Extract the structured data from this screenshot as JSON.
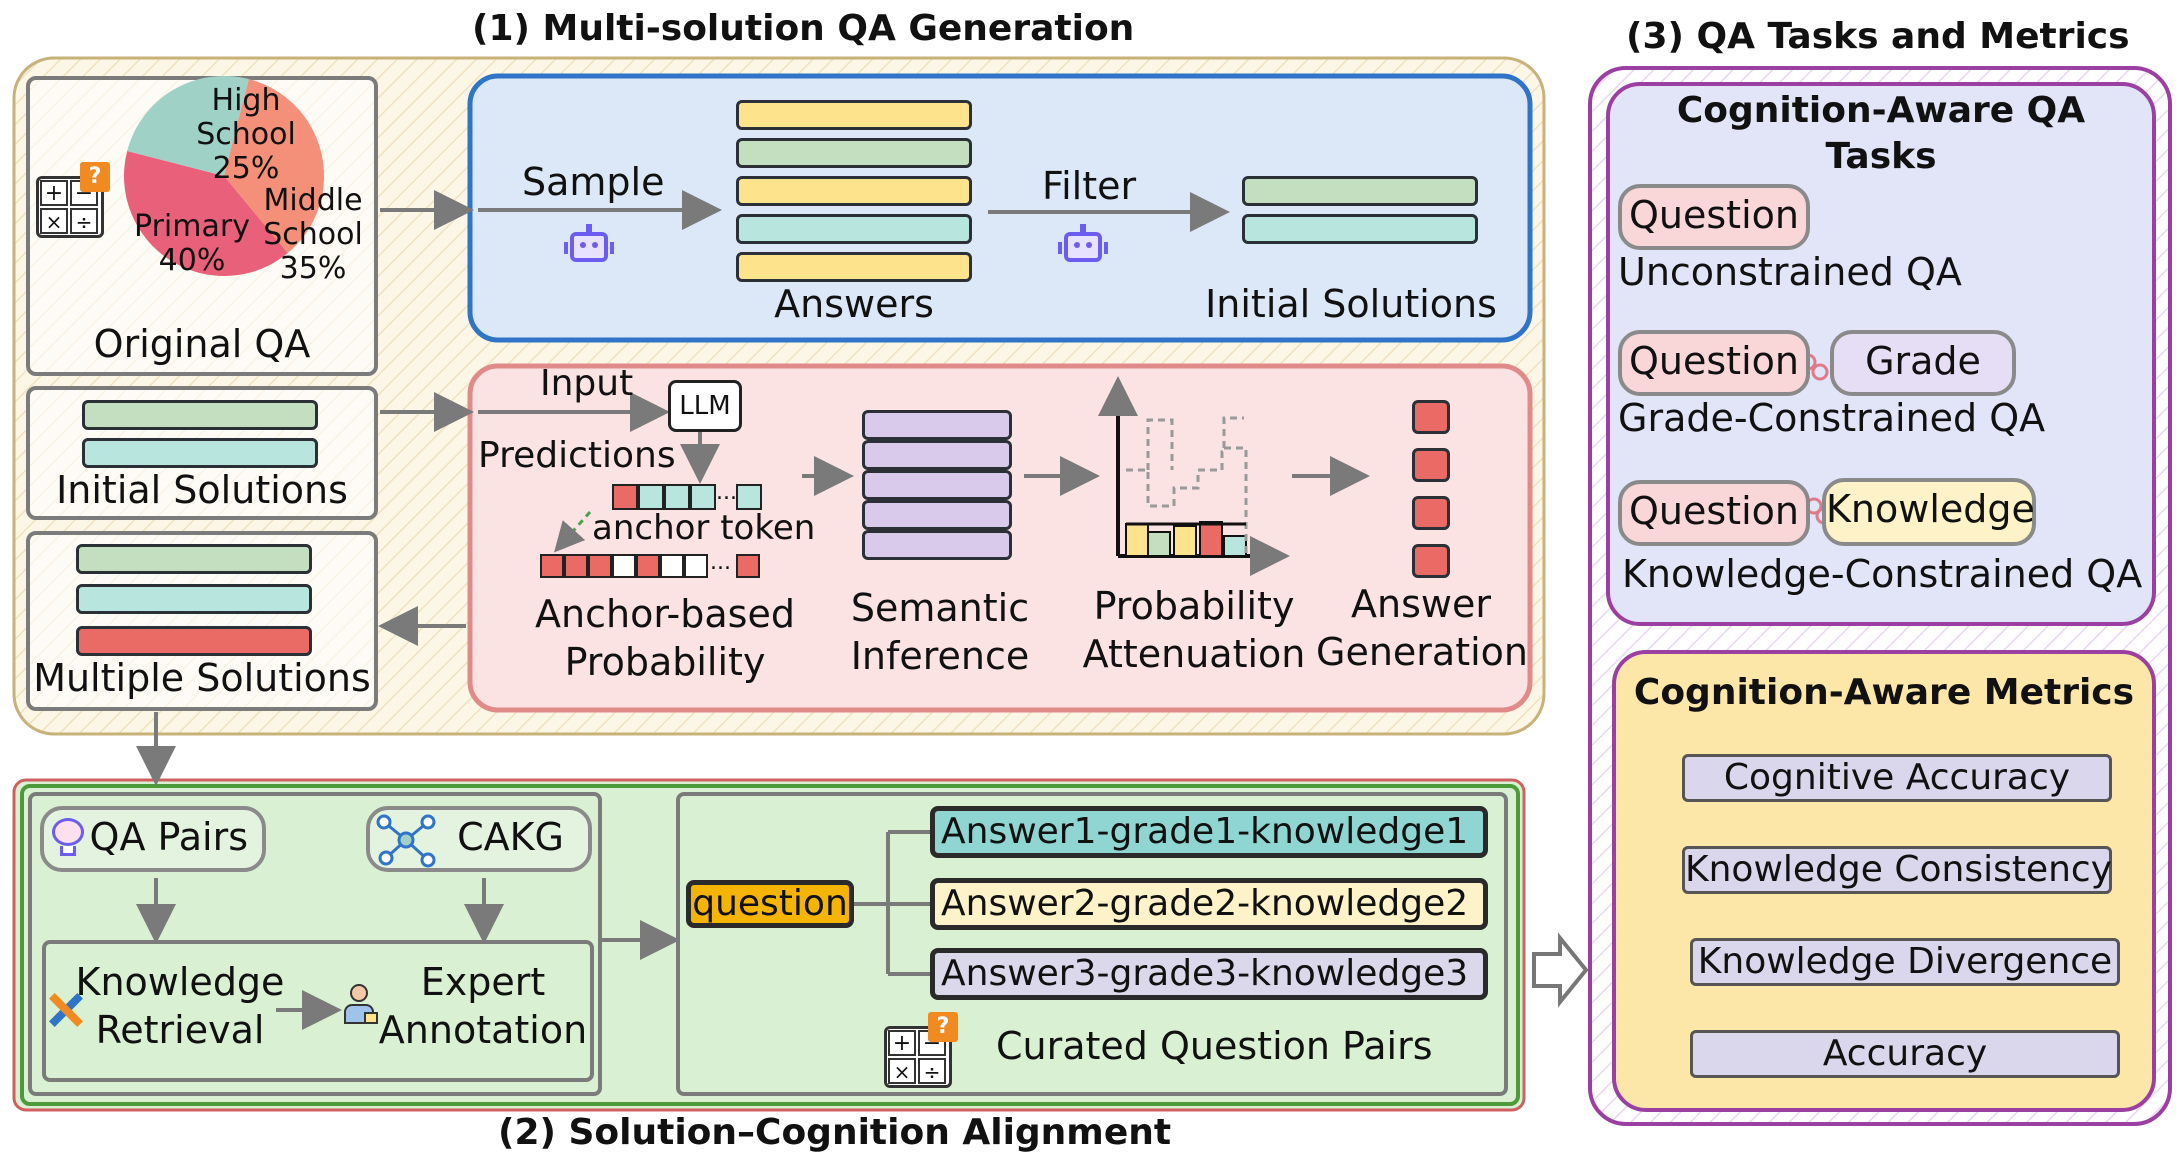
{
  "colors": {
    "section1_bg": "#faf5e4",
    "section1_border": "#c8b27a",
    "blue_panel_bg": "#dce8f8",
    "blue_panel_border": "#2f74c7",
    "red_panel_bg": "#fbe3e3",
    "red_panel_border": "#e08a8a",
    "section2_bg": "#d9f0d3",
    "section2_border": "#4c9a3a",
    "section3_border": "#9c3fa3",
    "cognition_tasks_bg": "#e2e4f8",
    "metrics_bg": "#fde7a8",
    "question_highlight": "#f5b400"
  },
  "section1": {
    "title": "(1) Multi-solution QA Generation",
    "original_qa": {
      "label": "Original QA",
      "pie": [
        {
          "label_line1": "High",
          "label_line2": "School",
          "value_text": "25%",
          "value": 25,
          "color": "#9fd1c7"
        },
        {
          "label_line1": "Middle",
          "label_line2": "School",
          "value_text": "35%",
          "value": 35,
          "color": "#f4907a"
        },
        {
          "label_line1": "Primary",
          "label_line2": "",
          "value_text": "40%",
          "value": 40,
          "color": "#e8607a"
        }
      ],
      "icon": "calculator-question-icon"
    },
    "sample_label": "Sample",
    "filter_label": "Filter",
    "answers_label": "Answers",
    "initial_solutions_label": "Initial Solutions",
    "initial_solutions_box_label": "Initial Solutions",
    "input_label": "Input",
    "llm_label": "LLM",
    "predictions_label": "Predictions",
    "anchor_token_label": "anchor token",
    "anchor_prob_label_1": "Anchor-based",
    "anchor_prob_label_2": "Probability",
    "semantic_label_1": "Semantic",
    "semantic_label_2": "Inference",
    "attenuation_label_1": "Probability",
    "attenuation_label_2": "Attenuation",
    "answer_gen_label_1": "Answer",
    "answer_gen_label_2": "Generation",
    "multiple_solutions_label": "Multiple Solutions",
    "robot_icon": "robot-icon",
    "ellipsis": "..."
  },
  "section2": {
    "title": "(2) Solution–Cognition Alignment",
    "qa_pairs_label": "QA Pairs",
    "cakg_label": "CAKG",
    "knowledge_retrieval_1": "Knowledge",
    "knowledge_retrieval_2": "Retrieval",
    "expert_annotation_1": "Expert",
    "expert_annotation_2": "Annotation",
    "question_label": "question",
    "answers": [
      {
        "text": "Answer1-grade1-knowledge1",
        "color": "#8fd6d2"
      },
      {
        "text": "Answer2-grade2-knowledge2",
        "color": "#fdf2c8"
      },
      {
        "text": "Answer3-grade3-knowledge3",
        "color": "#dcd8ec"
      }
    ],
    "curated_label": "Curated Question Pairs"
  },
  "section3": {
    "title": "(3) QA Tasks and Metrics",
    "tasks_title_1": "Cognition-Aware QA",
    "tasks_title_2": "Tasks",
    "question_label": "Question",
    "grade_label": "Grade",
    "knowledge_label": "Knowledge",
    "unconstrained_label": "Unconstrained QA",
    "grade_constrained_label": "Grade-Constrained QA",
    "knowledge_constrained_label": "Knowledge-Constrained QA",
    "metrics_title": "Cognition-Aware Metrics",
    "metrics": [
      "Cognitive Accuracy",
      "Knowledge Consistency",
      "Knowledge Divergence",
      "Accuracy"
    ]
  }
}
